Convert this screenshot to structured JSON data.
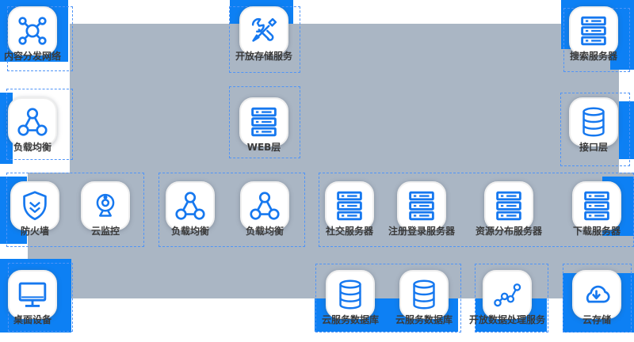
{
  "diagram": {
    "accent_color": "#0d80f4",
    "canvas_color": "#aab6c4",
    "outline_color": "#4f94f7",
    "icon_color": "#1678ef"
  },
  "nodes": {
    "cdn": {
      "label": "内容分发网络",
      "icon": "cdn-icon"
    },
    "storage": {
      "label": "开放存储服务",
      "icon": "tools-icon"
    },
    "search": {
      "label": "搜索服务器",
      "icon": "server-icon"
    },
    "slb_left": {
      "label": "负载均衡",
      "icon": "load-balancer-icon"
    },
    "web": {
      "label": "WEB层",
      "icon": "server-icon"
    },
    "api": {
      "label": "接口层",
      "icon": "database-icon"
    },
    "firewall": {
      "label": "防火墙",
      "icon": "shield-icon"
    },
    "cloudwatch": {
      "label": "云监控",
      "icon": "webcam-icon"
    },
    "slb_mid1": {
      "label": "负载均衡",
      "icon": "load-balancer-icon"
    },
    "slb_mid2": {
      "label": "负载均衡",
      "icon": "load-balancer-icon"
    },
    "social": {
      "label": "社交服务器",
      "icon": "server-icon"
    },
    "register": {
      "label": "注册登录服务器",
      "icon": "server-icon"
    },
    "resource": {
      "label": "资源分布服务器",
      "icon": "server-icon"
    },
    "download": {
      "label": "下载服务器",
      "icon": "server-icon"
    },
    "desktop": {
      "label": "桌面设备",
      "icon": "monitor-icon"
    },
    "clouddb1": {
      "label": "云服务数据库",
      "icon": "database-icon"
    },
    "clouddb2": {
      "label": "云服务数据库",
      "icon": "database-icon"
    },
    "dataproc": {
      "label": "开放数据处理服务",
      "icon": "data-processing-icon"
    },
    "cloudstore": {
      "label": "云存储",
      "icon": "cloud-download-icon"
    }
  }
}
